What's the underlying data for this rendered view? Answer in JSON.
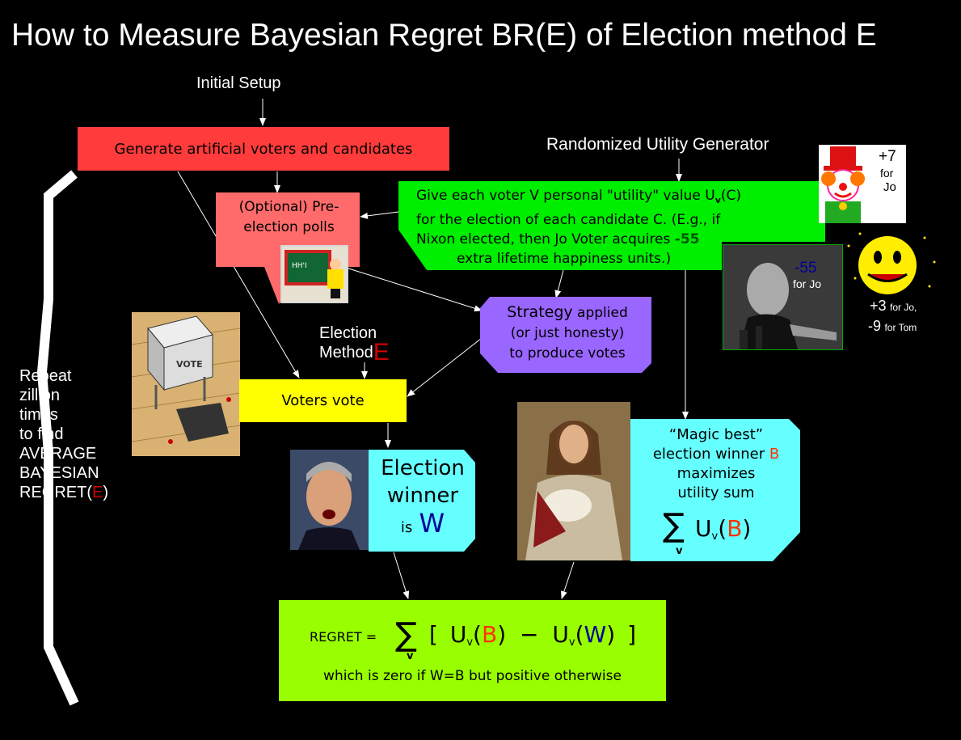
{
  "title": "How to Measure Bayesian Regret BR(E) of Election method E",
  "labels": {
    "initial_setup": "Initial Setup",
    "utility_generator": "Randomized Utility Generator",
    "election_method_line1": "Election",
    "election_method_line2": "Method",
    "election_method_E": "E"
  },
  "repeat": {
    "lines": [
      "Repeat",
      "zillion",
      "times",
      "to find",
      "AVERAGE",
      "BAYESIAN"
    ],
    "last_prefix": "REGRET(",
    "last_E": "E",
    "last_suffix": ")"
  },
  "boxes": {
    "generate": "Generate artificial voters and candidates",
    "polls_line1": "(Optional) Pre-",
    "polls_line2": "election polls",
    "utility_line1_a": "Give each voter V personal \"utility\" value U",
    "utility_line1_sub": "v",
    "utility_line1_b": "(C)",
    "utility_line2": "for the election of each candidate C.  (E.g., if",
    "utility_line3_a": "Nixon elected, then Jo Voter acquires ",
    "utility_line3_value": "-55",
    "utility_line4": "extra lifetime happiness units.)",
    "strategy_line1_a": "Strategy",
    "strategy_line1_b": " applied",
    "strategy_line2": "(or just honesty)",
    "strategy_line3": "to produce votes",
    "voters_vote": "Voters vote",
    "winner_line1": "Election",
    "winner_line2": "winner",
    "winner_is": "is",
    "winner_W": "W",
    "magic_line1": "“Magic best”",
    "magic_line2_a": "election winner ",
    "magic_line2_B": "B",
    "magic_line3": "maximizes",
    "magic_line4": "utility sum",
    "magic_sum": "∑",
    "magic_sum_v": "v",
    "magic_U": "U",
    "magic_U_sub": "v",
    "magic_paren_open": "(",
    "magic_B": "B",
    "magic_paren_close": ")",
    "regret_label": "REGRET =",
    "regret_sum": "∑",
    "regret_sum_v": "v",
    "regret_bracket_open": "[",
    "regret_U1": "U",
    "regret_U1_sub": "v",
    "regret_B": "B",
    "regret_minus": "−",
    "regret_U2": "U",
    "regret_U2_sub": "v",
    "regret_W": "W",
    "regret_bracket_close": "]",
    "regret_note": "which is zero if W=B but positive otherwise"
  },
  "candidate_utilities": {
    "clown_value": "+7",
    "clown_for": "for",
    "clown_name": "Jo",
    "nixon_value": "-55",
    "nixon_for": "for Jo",
    "smiley_value1": "+3",
    "smiley_for1": "for Jo,",
    "smiley_value2": "-9",
    "smiley_for2": "for Tom"
  },
  "colors": {
    "background": "#000000",
    "generate_box": "#ff3b3b",
    "polls_box": "#ff6b6b",
    "utility_box": "#00ee00",
    "strategy_box": "#9966ff",
    "vote_box": "#ffff00",
    "winner_box": "#66ffff",
    "regret_box": "#99ff00",
    "highlight_red": "#ff3300",
    "highlight_blue": "#000099",
    "dark_red": "#cc0000"
  },
  "icons": {
    "ballot": "ballot-box-picture",
    "chalkboard": "chalkboard-tally-picture",
    "clown": "clown-picture",
    "nixon": "nixon-photo",
    "smiley": "smiley-face-icon",
    "bush": "bush-photo",
    "jesus": "shepherd-painting"
  }
}
